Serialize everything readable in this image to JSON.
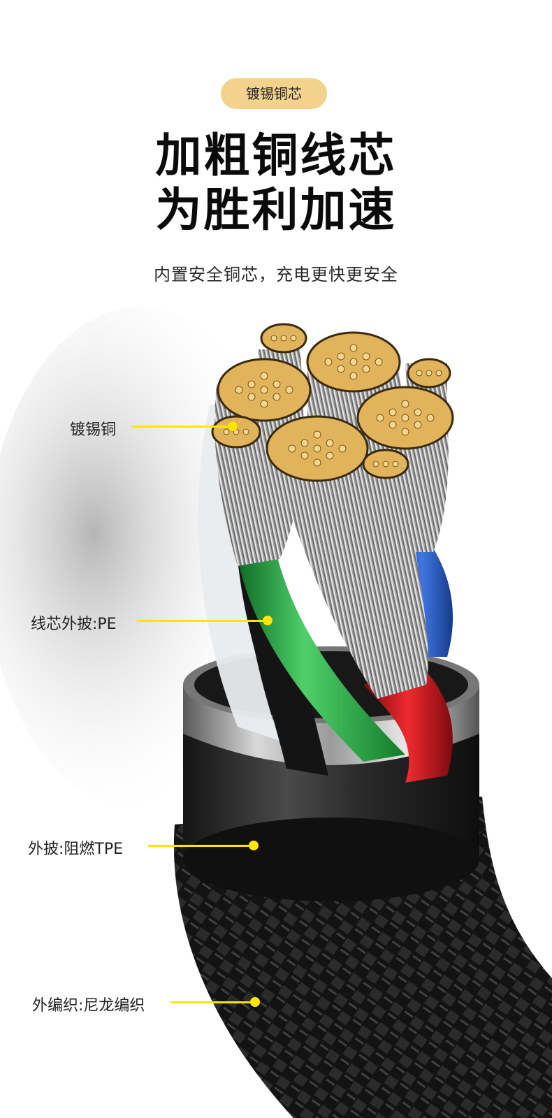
{
  "badge": "镀锡铜芯",
  "headline": {
    "line1": "加粗铜线芯",
    "line2": "为胜利加速"
  },
  "subtitle": "内置安全铜芯，充电更快更安全",
  "callouts": {
    "tinned_copper": "镀锡铜",
    "core_sheath": "线芯外披:PE",
    "outer_sheath": "外披:阻燃TPE",
    "outer_braid": "外编织:尼龙编织"
  },
  "colors": {
    "badge_bg": "#f2d28c",
    "leader": "#ffe500",
    "copper": "#e1b35b",
    "wire_green": "#1f9a3b",
    "wire_red": "#c8141b",
    "wire_blue": "#1f4fb5",
    "sleeve": "#2a2a2a"
  }
}
